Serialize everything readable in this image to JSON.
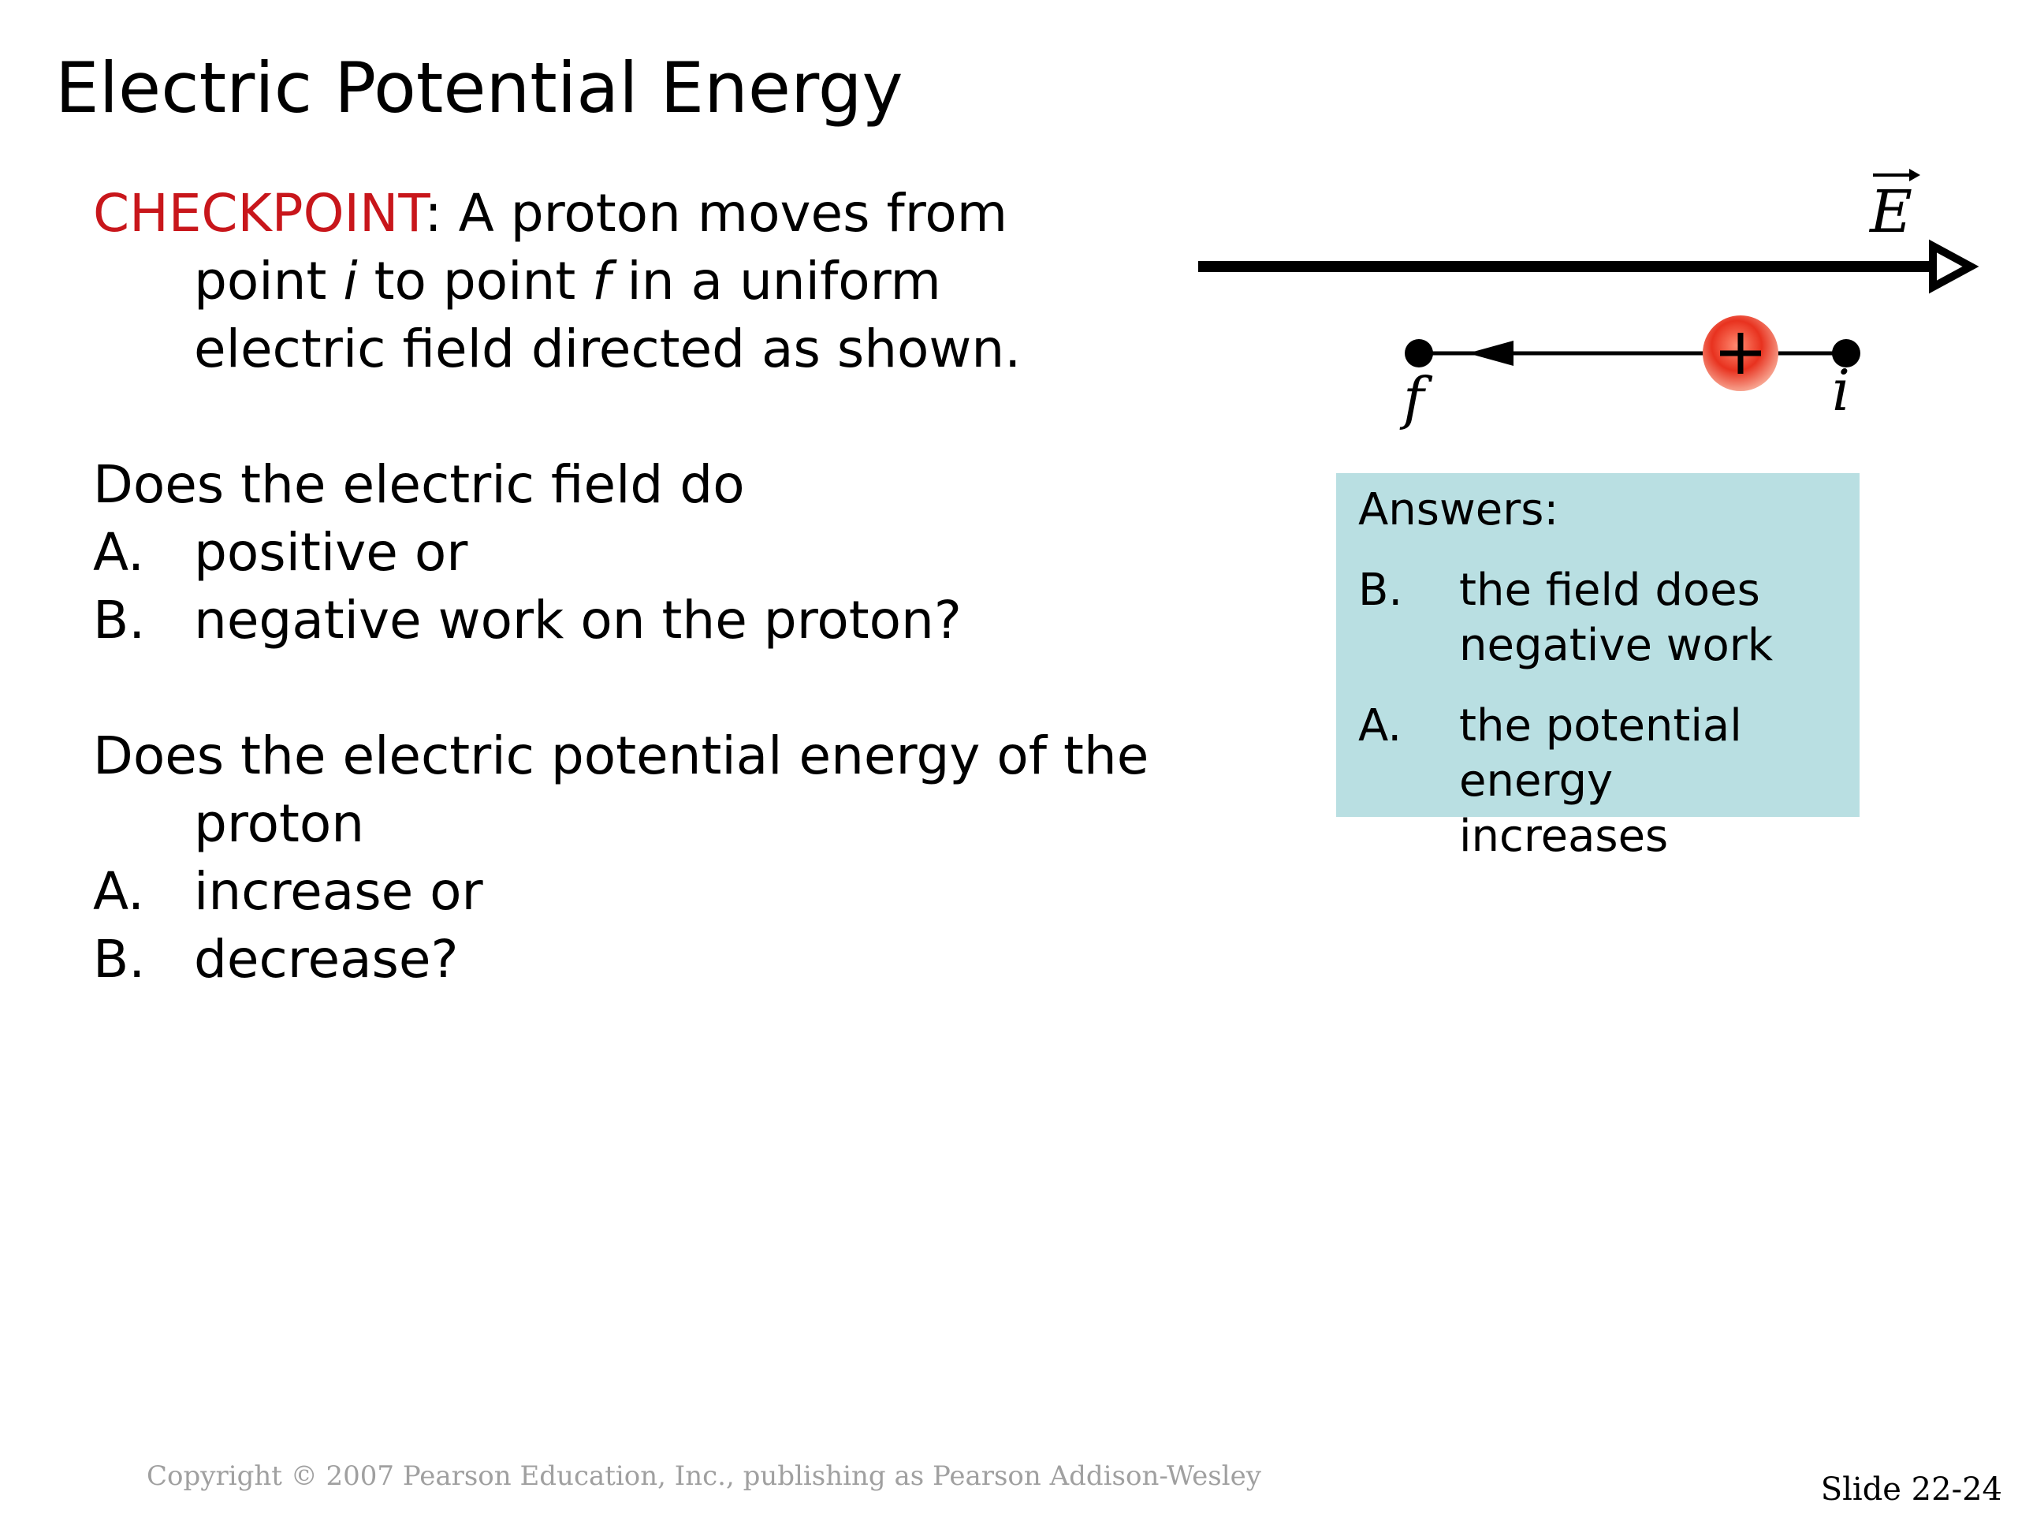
{
  "slide": {
    "title": "Electric Potential Energy",
    "checkpoint_label": "CHECKPOINT",
    "checkpoint_sep": ": A proton moves from",
    "checkpoint_line2_pre": "point ",
    "checkpoint_line2_i": "i",
    "checkpoint_line2_mid": " to point ",
    "checkpoint_line2_f": "f",
    "checkpoint_line2_post": " in a uniform",
    "checkpoint_line3": "electric field directed as shown.",
    "question1": {
      "stem": "Does the electric field do",
      "options": [
        {
          "letter": "A.",
          "text": "positive or"
        },
        {
          "letter": "B.",
          "text": "negative work on the proton?"
        }
      ]
    },
    "question2": {
      "stem": "Does the electric potential energy of the",
      "stem_cont": "proton",
      "options": [
        {
          "letter": "A.",
          "text": "increase or"
        },
        {
          "letter": "B.",
          "text": "decrease?"
        }
      ]
    }
  },
  "diagram": {
    "field_symbol": "E",
    "proton_symbol": "+",
    "point_final": "f",
    "point_initial": "i",
    "colors": {
      "proton": "#e8321f",
      "lines": "#000000"
    }
  },
  "answers": {
    "heading": "Answers:",
    "items": [
      {
        "letter": "B.",
        "text": "the field does negative work"
      },
      {
        "letter": "A.",
        "text": "the potential energy increases"
      }
    ],
    "background": "#b9dfe2"
  },
  "footer": {
    "copyright": "Copyright © 2007 Pearson Education, Inc., publishing as Pearson Addison-Wesley",
    "slide_number": "Slide 22-24"
  }
}
